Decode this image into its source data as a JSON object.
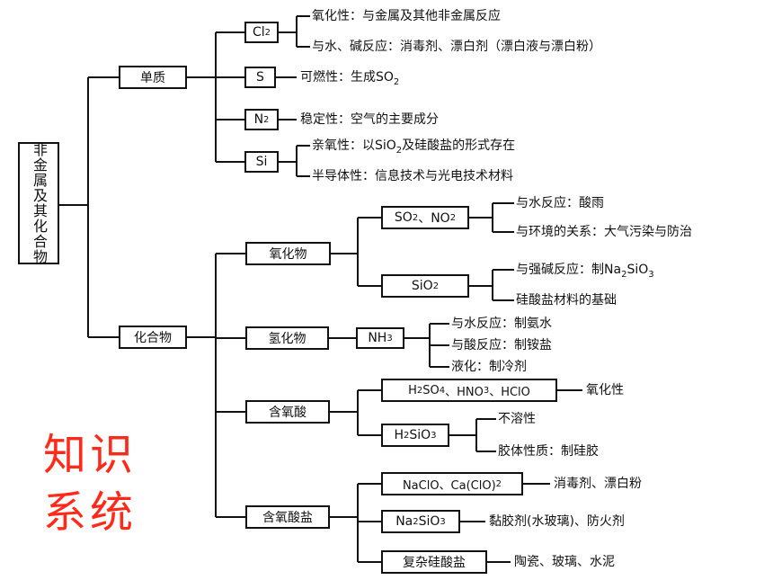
{
  "root": {
    "label": "非金属及其化合物"
  },
  "l1": {
    "elements": "单质",
    "compounds": "化合物"
  },
  "elements": {
    "cl2": {
      "label": "Cl",
      "sub": "2",
      "prop1": "氧化性：与金属及其他非金属反应",
      "prop2": "与水、碱反应：消毒剂、漂白剂（漂白液与漂白粉）"
    },
    "s": {
      "label": "S",
      "prop1": "可燃性：生成SO",
      "prop1_sub": "2"
    },
    "n2": {
      "label": "N",
      "sub": "2",
      "prop1": "稳定性：空气的主要成分"
    },
    "si": {
      "label": "Si",
      "prop1_a": "亲氧性：以SiO",
      "prop1_sub": "2",
      "prop1_b": "及硅酸盐的形式存在",
      "prop2": "半导体性：信息技术与光电技术材料"
    }
  },
  "oxides": {
    "label": "氧化物",
    "so2no2": {
      "a": "SO",
      "a_sub": "2",
      "mid": "、NO",
      "b_sub": "2",
      "p1": "与水反应：酸雨",
      "p2": "与环境的关系：大气污染与防治"
    },
    "sio2": {
      "a": "SiO",
      "a_sub": "2",
      "p1_a": "与强碱反应：制Na",
      "p1_sub1": "2",
      "p1_b": "SiO",
      "p1_sub2": "3",
      "p2": "硅酸盐材料的基础"
    }
  },
  "hydrides": {
    "label": "氢化物",
    "nh3": {
      "a": "NH",
      "a_sub": "3",
      "p1": "与水反应：制氨水",
      "p2": "与酸反应：制铵盐",
      "p3": "液化：制冷剂"
    }
  },
  "oxyacids": {
    "label": "含氧酸",
    "strong": {
      "a": "H",
      "s1": "2",
      "b": "SO",
      "s2": "4",
      "c": "、HNO",
      "s3": "3",
      "d": "、HClO",
      "p1": "氧化性"
    },
    "h2sio3": {
      "a": "H",
      "s1": "2",
      "b": "SiO",
      "s2": "3",
      "p1": "不溶性",
      "p2": "胶体性质：制硅胶"
    }
  },
  "oxysalts": {
    "label": "含氧酸盐",
    "naclo": {
      "a": "NaClO、Ca(ClO)",
      "a_sub": "2",
      "p1": "消毒剂、漂白粉"
    },
    "na2sio3": {
      "a": "Na",
      "s1": "2",
      "b": "SiO",
      "s2": "3",
      "p1": "黏胶剂(水玻璃)、防火剂"
    },
    "complex": {
      "a": "复杂硅酸盐",
      "p1": "陶瓷、玻璃、水泥"
    }
  },
  "corner": {
    "line1": "知识",
    "line2": "系统"
  }
}
